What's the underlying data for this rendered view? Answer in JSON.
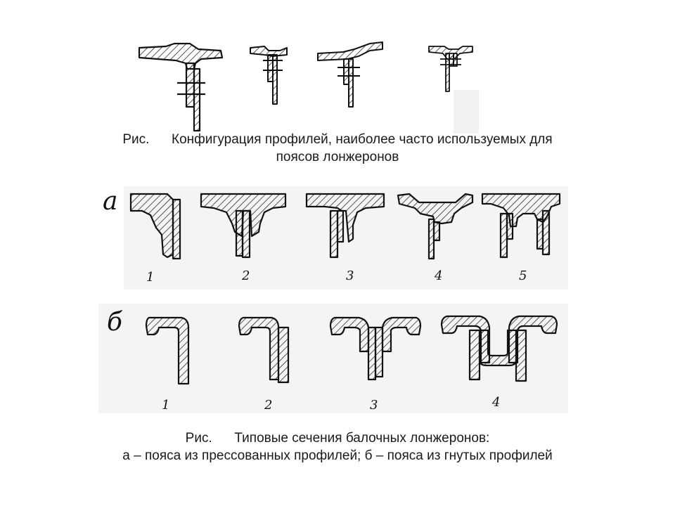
{
  "caption_top": {
    "line1": "Рис.      Конфигурация профилей, наиболее часто используемых для",
    "line2": "поясов лонжеронов"
  },
  "caption_bottom": {
    "line1": "Рис.      Типовые сечения балочных лонжеронов:",
    "line2": "а – пояса из прессованных профилей; б – пояса из гнутых профилей"
  },
  "row_a": {
    "letter": "а",
    "numbers": [
      "1",
      "2",
      "3",
      "4",
      "5"
    ]
  },
  "row_b": {
    "letter": "б",
    "numbers": [
      "1",
      "2",
      "3",
      "4"
    ]
  },
  "colors": {
    "ink": "#111111",
    "panel": "#f4f4f4",
    "background": "#ffffff"
  }
}
